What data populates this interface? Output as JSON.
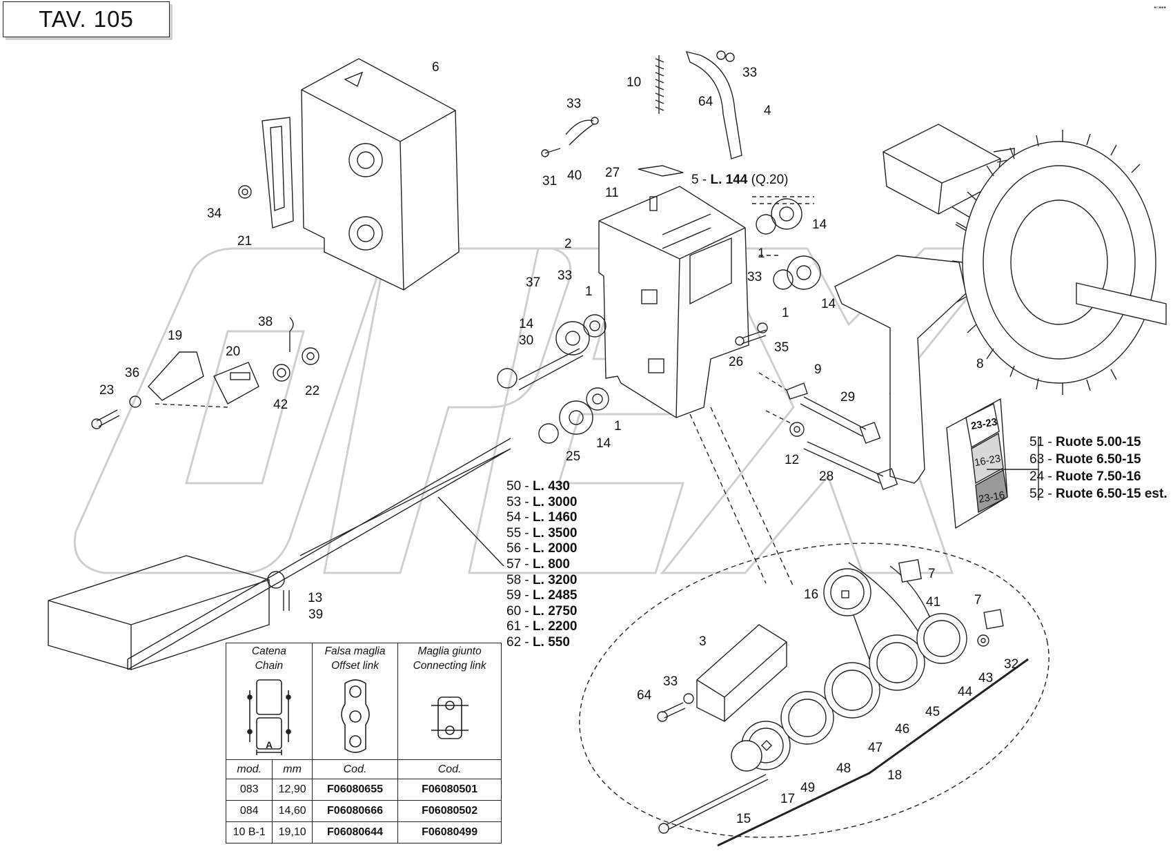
{
  "title": "TAV. 105",
  "corner_mark": "▪▫▪▪▪",
  "watermark": "OPEX",
  "part_labels": {
    "p6": "6",
    "p10": "10",
    "p33a": "33",
    "p64a": "64",
    "p4": "4",
    "p33b": "33",
    "p34": "34",
    "p21": "21",
    "p31": "31",
    "p40": "40",
    "p27": "27",
    "p11": "11",
    "p5": "5 -",
    "p5_len": "L. 144",
    "p5_q": "(Q.20)",
    "p14a": "14",
    "p1a": "1",
    "p2": "2",
    "p33c": "33",
    "p1b": "1",
    "p14b": "14",
    "p37": "37",
    "p33d": "33",
    "p1c": "1",
    "p14c": "14",
    "p30": "30",
    "p38": "38",
    "p19": "19",
    "p20": "20",
    "p36": "36",
    "p23": "23",
    "p42": "42",
    "p22": "22",
    "p26": "26",
    "p35": "35",
    "p9": "9",
    "p8": "8",
    "p29": "29",
    "p12": "12",
    "p28": "28",
    "p1d": "1",
    "p14d": "14",
    "p25": "25",
    "p13": "13",
    "p39": "39",
    "p7a": "7",
    "p7b": "7",
    "p16": "16",
    "p41": "41",
    "p3": "3",
    "p32": "32",
    "p43": "43",
    "p44": "44",
    "p45": "45",
    "p46": "46",
    "p33e": "33",
    "p64b": "64",
    "p47": "47",
    "p48": "48",
    "p18": "18",
    "p49": "49",
    "p17": "17",
    "p15": "15"
  },
  "gear_labels": {
    "g1": "23-23",
    "g2": "16-23",
    "g3": "23-16"
  },
  "length_list": [
    {
      "code": "50 -",
      "value": "L. 430"
    },
    {
      "code": "53 -",
      "value": "L. 3000"
    },
    {
      "code": "54 -",
      "value": "L. 1460"
    },
    {
      "code": "55 -",
      "value": "L. 3500"
    },
    {
      "code": "56 -",
      "value": "L. 2000"
    },
    {
      "code": "57 -",
      "value": "L. 800"
    },
    {
      "code": "58 -",
      "value": "L. 3200"
    },
    {
      "code": "59 -",
      "value": "L. 2485"
    },
    {
      "code": "60 -",
      "value": "L. 2750"
    },
    {
      "code": "61 -",
      "value": "L. 2200"
    },
    {
      "code": "62 -",
      "value": "L. 550"
    }
  ],
  "wheel_list": [
    {
      "code": "51 -",
      "value": "Ruote 5.00-15"
    },
    {
      "code": "63 -",
      "value": "Ruote 6.50-15"
    },
    {
      "code": "24 -",
      "value": "Ruote 7.50-16"
    },
    {
      "code": "52 -",
      "value": "Ruote 6.50-15 est."
    }
  ],
  "chain_table": {
    "headers": [
      {
        "it": "Catena",
        "en": "Chain"
      },
      {
        "it": "Falsa maglia",
        "en": "Offset link"
      },
      {
        "it": "Maglia giunto",
        "en": "Connecting link"
      }
    ],
    "dimension_label": "A",
    "subheaders": [
      "mod.",
      "mm",
      "Cod.",
      "Cod."
    ],
    "rows": [
      [
        "083",
        "12,90",
        "F06080655",
        "F06080501"
      ],
      [
        "084",
        "14,60",
        "F06080666",
        "F06080502"
      ],
      [
        "10 B-1",
        "19,10",
        "F06080644",
        "F06080499"
      ]
    ]
  }
}
